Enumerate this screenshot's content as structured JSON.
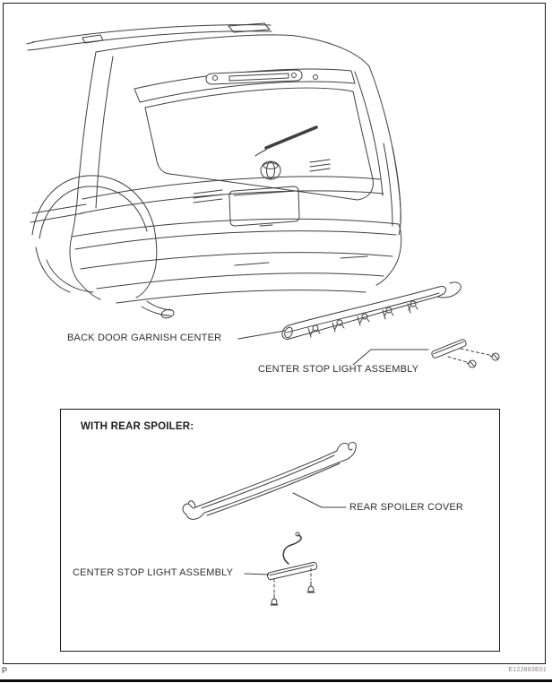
{
  "page": {
    "footer_left": "P",
    "figure_code": "E122883E01"
  },
  "main_diagram": {
    "labels": {
      "garnish": "BACK DOOR GARNISH CENTER",
      "stop_light": "CENTER STOP LIGHT ASSEMBLY"
    },
    "parts": [
      "back-door-garnish-center",
      "center-stop-light-assembly"
    ]
  },
  "spoiler_box": {
    "heading": "WITH REAR SPOILER:",
    "labels": {
      "spoiler_cover": "REAR SPOILER COVER",
      "stop_light": "CENTER STOP LIGHT ASSEMBLY"
    },
    "parts": [
      "rear-spoiler-cover",
      "center-stop-light-assembly"
    ]
  },
  "colors": {
    "line_art": "#3f3f3f",
    "label_text": "#303030",
    "border": "#1a1a1a"
  }
}
